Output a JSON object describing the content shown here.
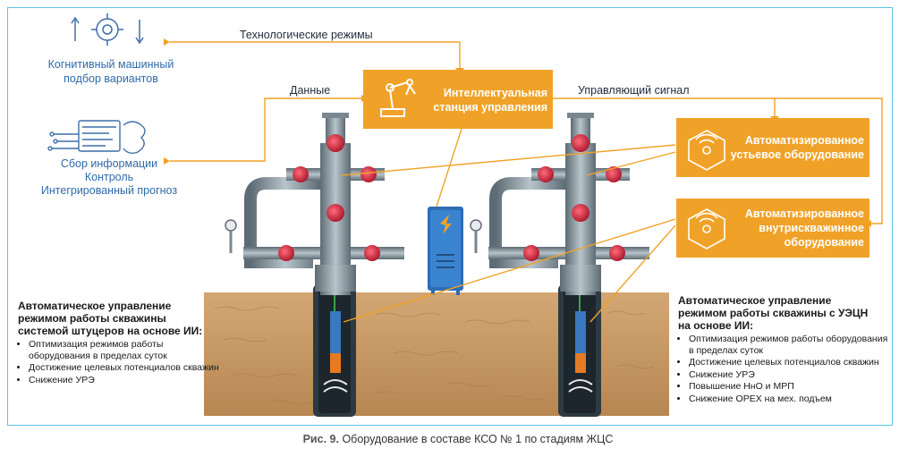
{
  "labels": {
    "tech_modes": "Технологические режимы",
    "data": "Данные",
    "control_signal": "Управляющий сигнал"
  },
  "left_blocks": {
    "cognitive": [
      "Когнитивный машинный",
      "подбор вариантов"
    ],
    "info": [
      "Сбор информации",
      "Контроль",
      "Интегрированный прогноз"
    ]
  },
  "boxes": {
    "station": [
      "Интеллектуальная",
      "станция управления"
    ],
    "wellhead": [
      "Автоматизированное",
      "устьевое оборудование"
    ],
    "downhole": [
      "Автоматизированное",
      "внутрискважинное",
      "оборудование"
    ]
  },
  "left_panel": {
    "title": [
      "Автоматическое управление",
      "режимом работы скважины",
      "системой штуцеров на основе ИИ:"
    ],
    "items": [
      "Оптимизация режимов работы оборудования в пределах суток",
      "Достижение целевых потенциалов скважин",
      "Снижение УРЭ"
    ]
  },
  "right_panel": {
    "title": [
      "Автоматическое управление",
      "режимом работы скважины с УЭЦН",
      "на основе ИИ:"
    ],
    "items": [
      "Оптимизация режимов работы оборудования в пределах суток",
      "Достижение целевых потенциалов скважин",
      "Снижение УРЭ",
      "Повышение НнО и МРП",
      "Снижение OPEX на мех. подъем"
    ]
  },
  "caption": {
    "prefix": "Рис. 9.",
    "text": "Оборудование в составе КСО № 1 по стадиям ЖЦС"
  },
  "colors": {
    "orange": "#f0a228",
    "blue_text": "#2f6aa8",
    "border": "#5cc4e6",
    "soil": "#c79a66",
    "valve": "#d42f45"
  }
}
